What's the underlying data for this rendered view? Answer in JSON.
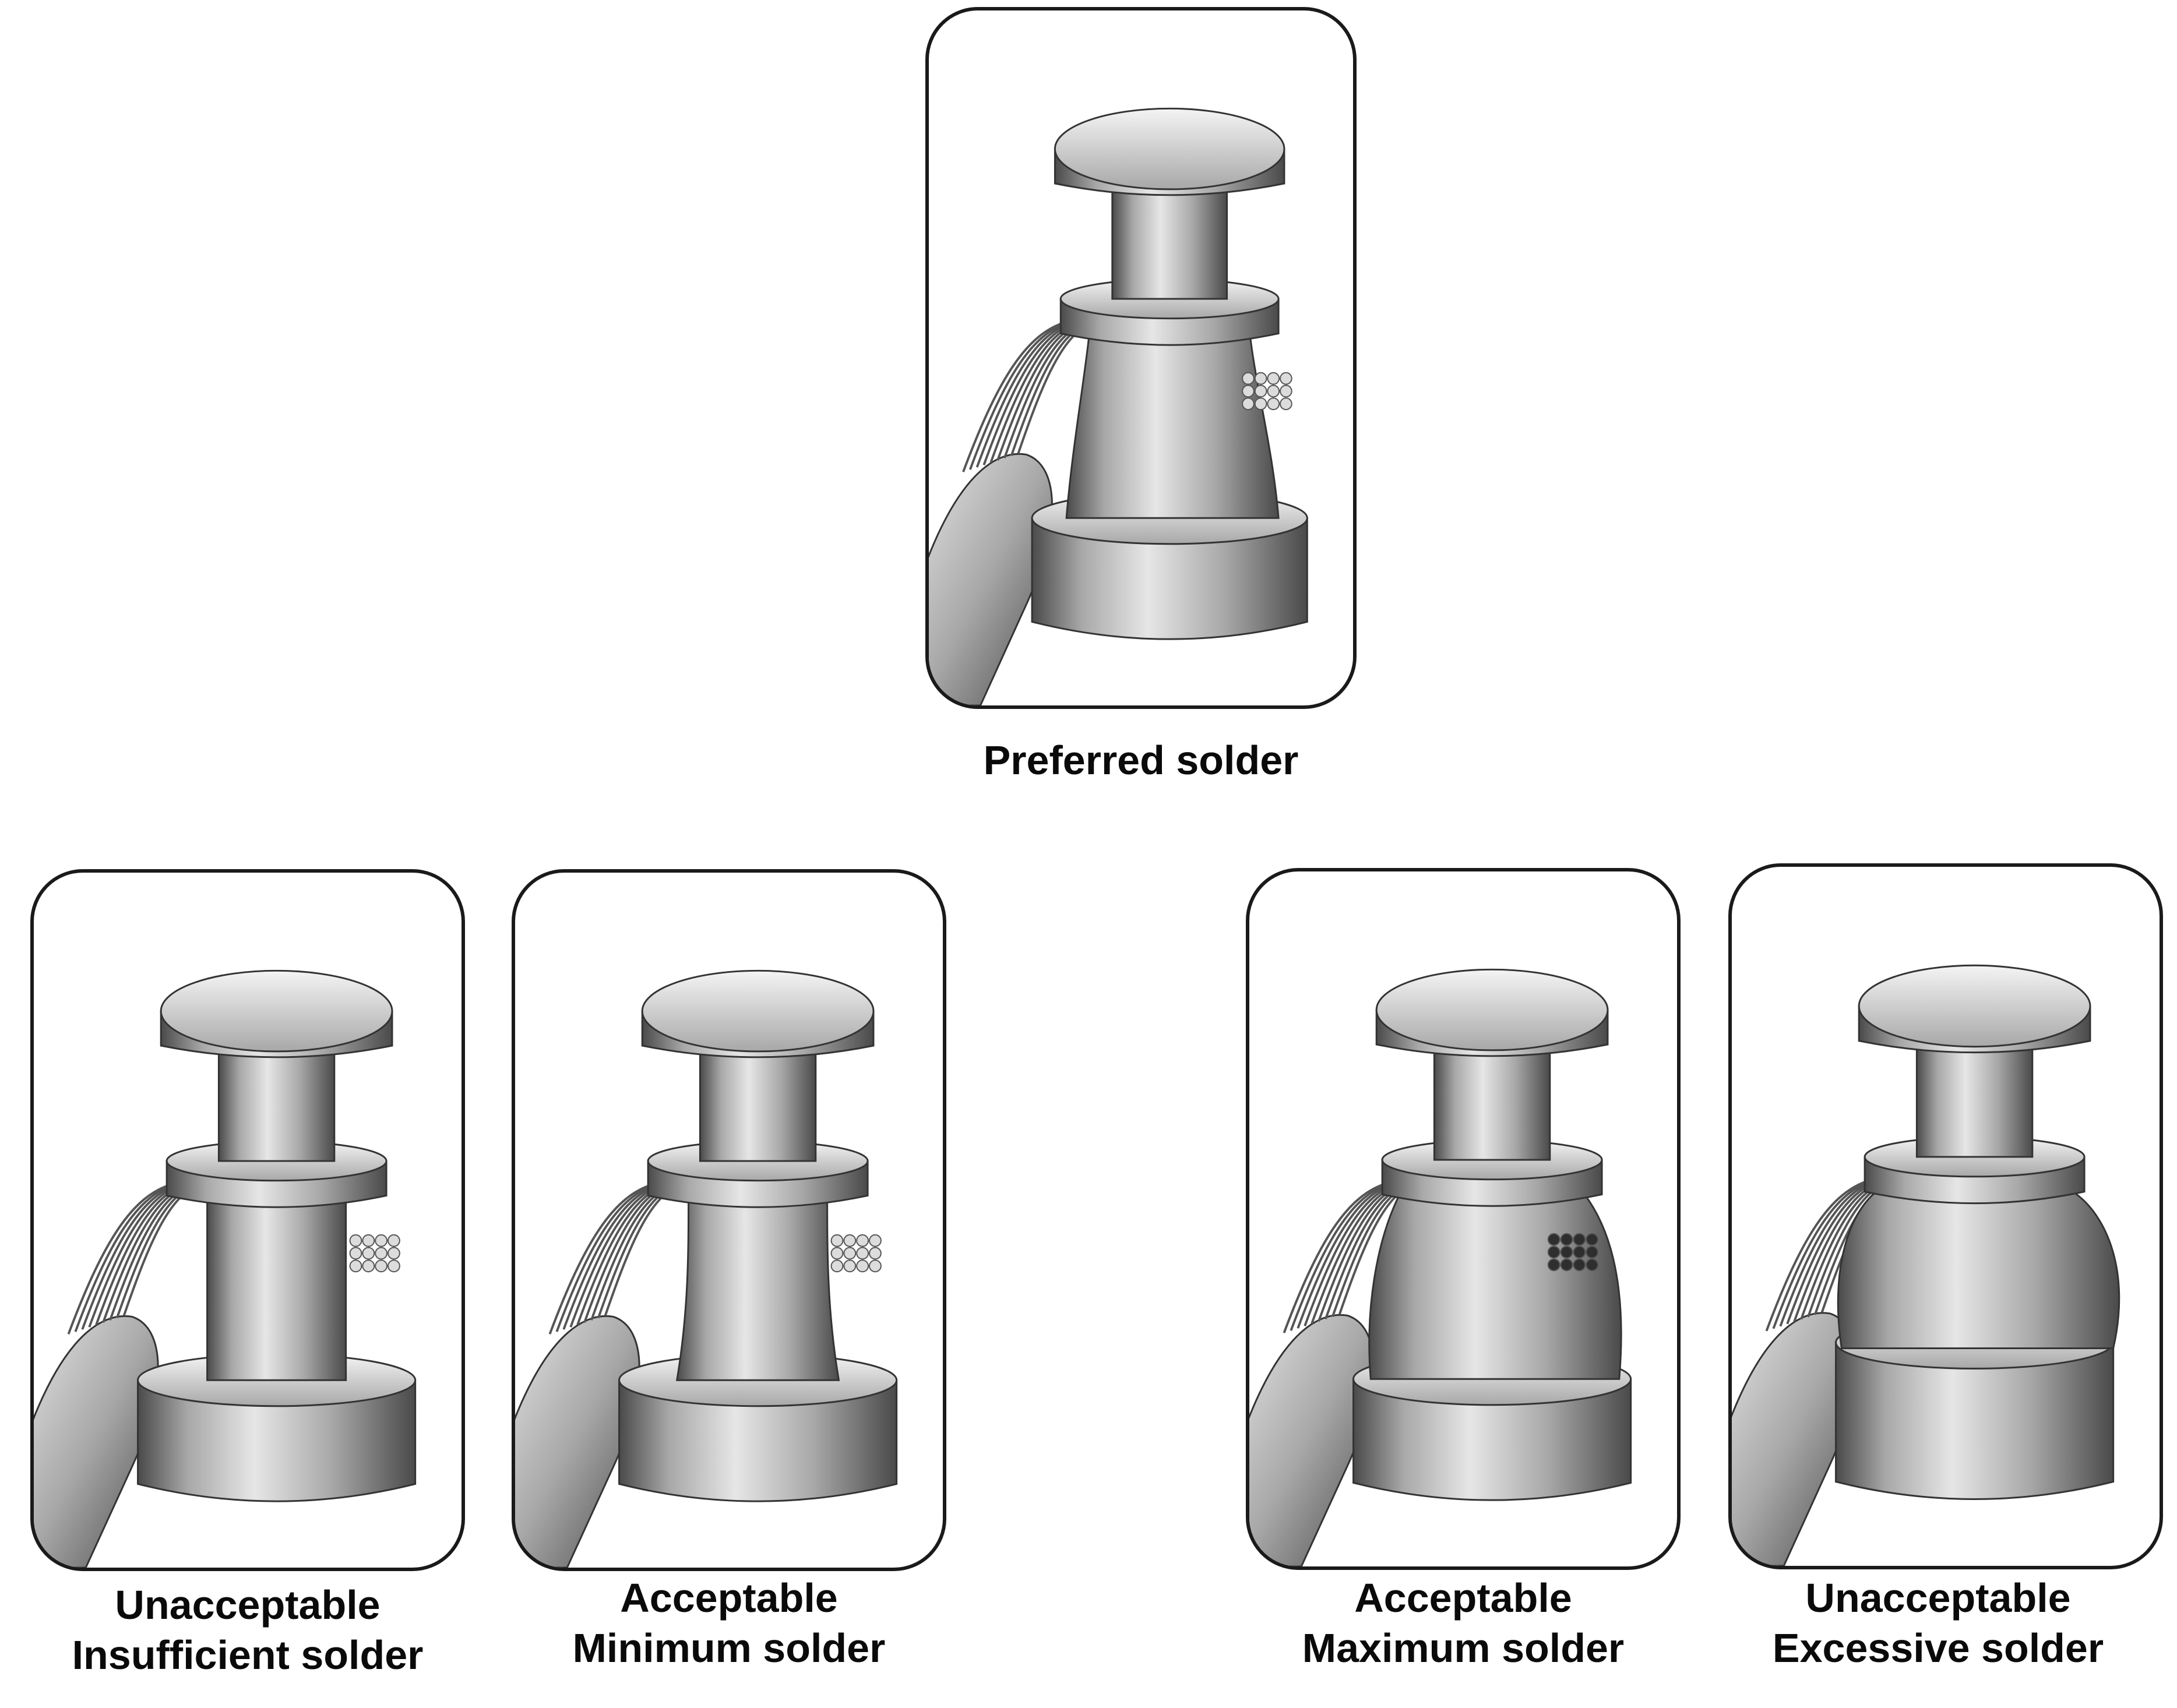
{
  "panels": [
    {
      "id": "preferred",
      "caption_lines": [
        "Preferred solder"
      ],
      "variant": "preferred"
    },
    {
      "id": "insufficient",
      "caption_lines": [
        "Unacceptable",
        "Insufficient solder"
      ],
      "variant": "insufficient"
    },
    {
      "id": "minimum",
      "caption_lines": [
        "Acceptable",
        "Minimum solder"
      ],
      "variant": "minimum"
    },
    {
      "id": "maximum",
      "caption_lines": [
        "Acceptable",
        "Maximum solder"
      ],
      "variant": "maximum"
    },
    {
      "id": "excessive",
      "caption_lines": [
        "Unacceptable",
        "Excessive solder"
      ],
      "variant": "excessive"
    }
  ],
  "colors": {
    "frame": "#1a1a1a",
    "metal_light": "#e6e6e6",
    "metal_mid": "#a8a8a8",
    "metal_dark": "#4a4a4a",
    "solder_dark": "#2e2e2e",
    "caption": "#0a0a0a"
  }
}
